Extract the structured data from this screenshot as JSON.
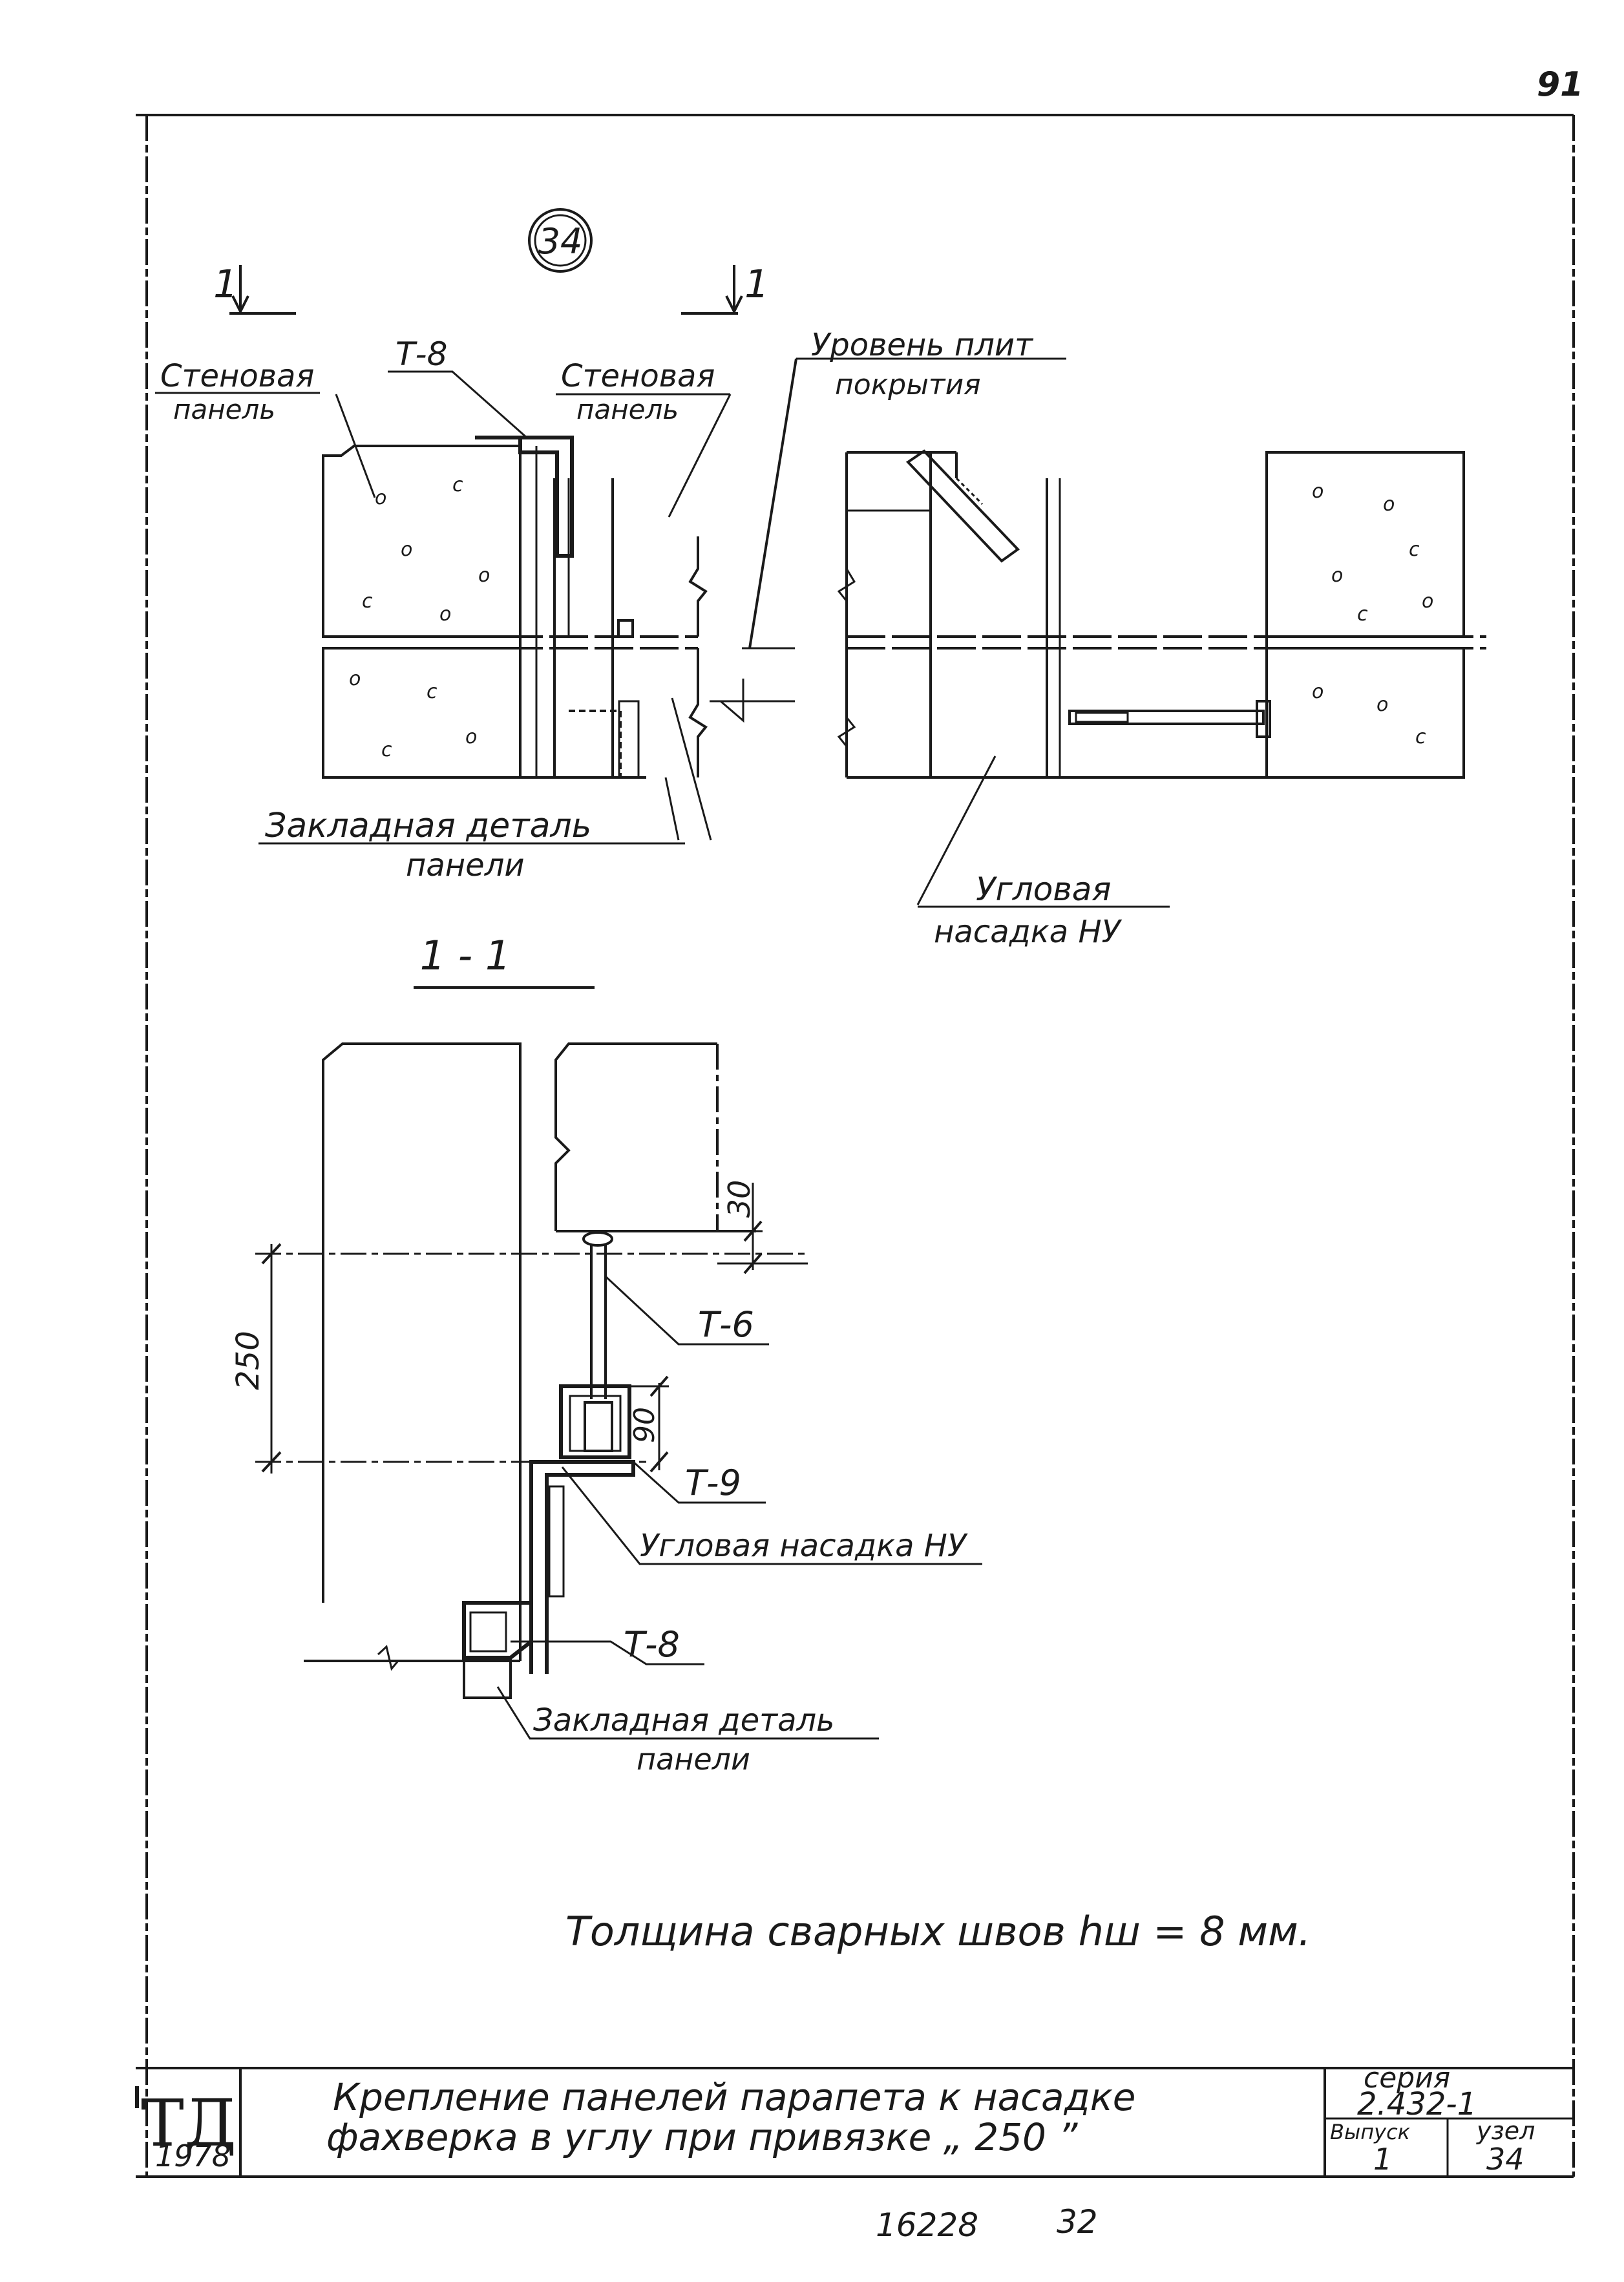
{
  "page_number": "91",
  "node_marker": "34",
  "section_marks": {
    "left": "1",
    "right": "1"
  },
  "elevation_labels": {
    "wall_panel_left": [
      "Стеновая",
      "панель"
    ],
    "t8_top": "Т-8",
    "wall_panel_center": [
      "Стеновая",
      "панель"
    ],
    "slab_level": [
      "Уровень плит",
      "покрытия"
    ],
    "embedded_detail": [
      "Закладная деталь",
      "панели"
    ],
    "corner_nozzle": [
      "Угловая",
      "насадка НУ"
    ]
  },
  "section_title": "1 - 1",
  "section_labels": {
    "dim_30": "30",
    "dim_250": "250",
    "dim_90": "90",
    "t6": "Т-6",
    "t9": "Т-9",
    "corner_nozzle": "Угловая насадка НУ",
    "t8": "Т-8",
    "embedded_detail": [
      "Закладная деталь",
      "панели"
    ]
  },
  "weld_note": "Толщина сварных швов  hш = 8 мм.",
  "title_block": {
    "org": "ТД",
    "year": "1978",
    "title_line1": "Крепление панелей парапета к насадке",
    "title_line2": "фахверка в углу при привязке „ 250 ”",
    "series_label": "серия",
    "series_value": "2.432-1",
    "issue_label": "Выпуск",
    "issue_value": "1",
    "node_label": "узел",
    "node_value": "34"
  },
  "footer": {
    "doc_number": "16228",
    "sheet": "32"
  }
}
